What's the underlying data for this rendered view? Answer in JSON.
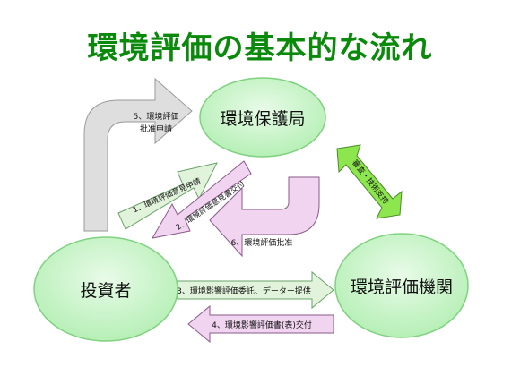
{
  "title": "環境評価の基本的な流れ",
  "nodes": {
    "bureau": "環境保護局",
    "investor": "投資者",
    "agency": "環境評価機関"
  },
  "arrows": {
    "a1": "1、環境評価意見申請",
    "a2": "2、環境評価意見書交付",
    "a3": "3、環境影響評価委託、データー提供",
    "a4": "4、環境影響評価書(表)交付",
    "a5_line1": "5、環境評価",
    "a5_line2": "批准申請",
    "a6": "6、環境評価批准",
    "a7": "審査・技術支持"
  },
  "colors": {
    "title": "#0a8a0a",
    "node_fill": "#c8f5c8",
    "node_stroke": "#7fd27f",
    "arrow_green": "#e2f3dc",
    "arrow_purple": "#f0d4f0",
    "arrow_gray": "#dedede",
    "arrow_bright_green": "#8ee64e"
  }
}
